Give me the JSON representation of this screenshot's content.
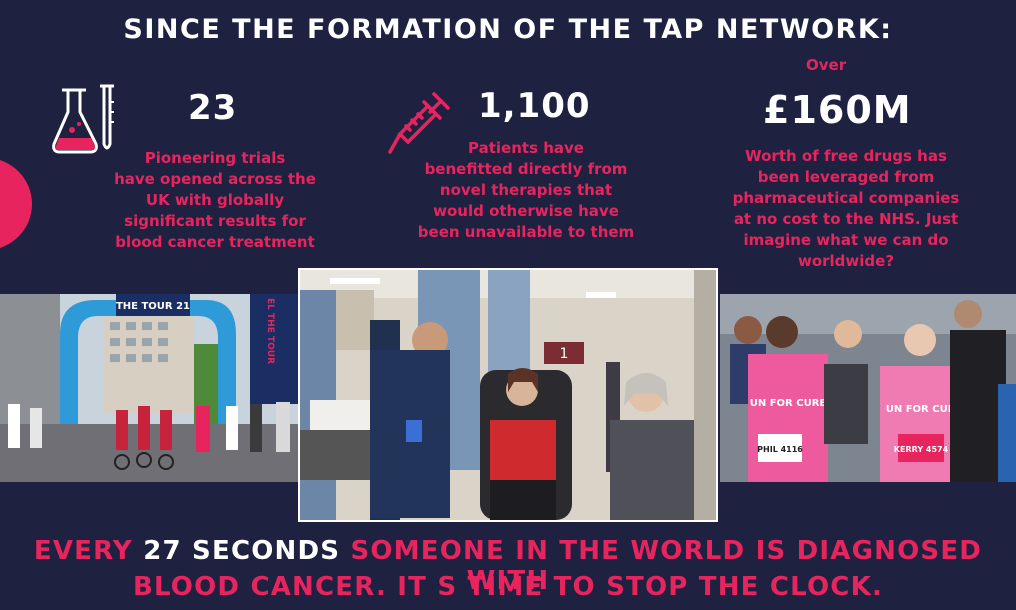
{
  "title": "SINCE THE FORMATION OF THE TAP NETWORK:",
  "stats": [
    {
      "value": "23",
      "text_lines": [
        "Pioneering trials",
        "have opened across the",
        "UK with globally",
        "significant results for",
        "blood cancer treatment"
      ],
      "icon": "lab-flask-icon"
    },
    {
      "value": "1,100",
      "text_lines": [
        "Patients have",
        "benefitted directly from",
        "novel therapies that",
        "would otherwise have",
        "been unavailable to them"
      ],
      "icon": "syringe-icon"
    },
    {
      "prefix": "Over",
      "value": "£160M",
      "text_lines": [
        "Worth of free drugs has",
        "been leveraged from",
        "pharmaceutical companies",
        "at no cost to the NHS. Just",
        "imagine what we can do",
        "worldwide?"
      ]
    }
  ],
  "photos": [
    {
      "name": "cycling-event-photo",
      "arch_text": "THE TOUR 21",
      "banner_text": "EL THE TOUR"
    },
    {
      "name": "hospital-patient-photo",
      "room_number": "1"
    },
    {
      "name": "marathon-runners-photo",
      "shirt_text_1": "UN FOR CURE",
      "shirt_text_2": "UN FOR CURE",
      "bib_1": "PHIL 4116",
      "bib_2": "KERRY 4574"
    }
  ],
  "footer": {
    "line1_a": "EVERY ",
    "line1_b": "27 SECONDS",
    "line1_c": " SOMEONE IN THE WORLD IS DIAGNOSED WITH",
    "line2": "BLOOD CANCER. IT S TIME TO STOP THE CLOCK."
  },
  "colors": {
    "background": "#1e2240",
    "accent": "#e8245f",
    "text": "#ffffff"
  }
}
